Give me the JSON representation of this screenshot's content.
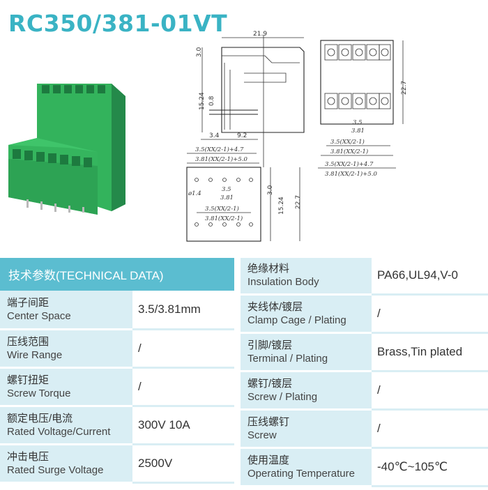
{
  "title": "RC350/381-01VT",
  "drawing": {
    "side": {
      "width": "21.9",
      "d1": "3.0",
      "d2": "15.24",
      "d3": "0.8",
      "d4": "3.4",
      "d5": "9.2"
    },
    "front": {
      "height": "22.7",
      "p1": "3.5",
      "p2": "3.81",
      "f1": "3.5(XX/2-1)",
      "f2": "3.81(XX/2-1)",
      "f3": "3.5(XX/2-1)+4.7",
      "f4": "3.81(XX/2-1)+5.0"
    },
    "pcb": {
      "t1": "3.5(XX/2-1)+4.7",
      "t2": "3.81(XX/2-1)+5.0",
      "hole": "ø1.4",
      "p1": "3.5",
      "p2": "3.81",
      "b1": "3.5(XX/2-1)",
      "b2": "3.81(XX/2-1)",
      "v1": "3.0",
      "v2": "15.24",
      "v3": "22.7"
    }
  },
  "table": {
    "header": "技术参数(TECHNICAL DATA)",
    "left": [
      {
        "cn": "端子间距",
        "en": "Center Space",
        "value": "3.5/3.81mm"
      },
      {
        "cn": "压线范围",
        "en": "Wire Range",
        "value": "/"
      },
      {
        "cn": "螺钉扭矩",
        "en": "Screw Torque",
        "value": "/"
      },
      {
        "cn": "额定电压/电流",
        "en": "Rated Voltage/Current",
        "value": "300V 10A"
      },
      {
        "cn": "冲击电压",
        "en": "Rated Surge Voltage",
        "value": "2500V"
      }
    ],
    "right": [
      {
        "cn": "绝缘材料",
        "en": "Insulation Body",
        "value": "PA66,UL94,V-0"
      },
      {
        "cn": "夹线体/镀层",
        "en": "Clamp Cage / Plating",
        "value": "/"
      },
      {
        "cn": "引脚/镀层",
        "en": "Terminal / Plating",
        "value": "Brass,Tin plated"
      },
      {
        "cn": "螺钉/镀层",
        "en": "Screw / Plating",
        "value": "/"
      },
      {
        "cn": "压线螺钉",
        "en": "Screw",
        "value": "/"
      },
      {
        "cn": "使用温度",
        "en": "Operating Temperature",
        "value": "-40℃~105℃"
      }
    ]
  },
  "colors": {
    "accent": "#3ab3c4",
    "header_bg": "#5bbdd0",
    "label_bg": "#d9eef4",
    "product_green": "#2fae58"
  }
}
